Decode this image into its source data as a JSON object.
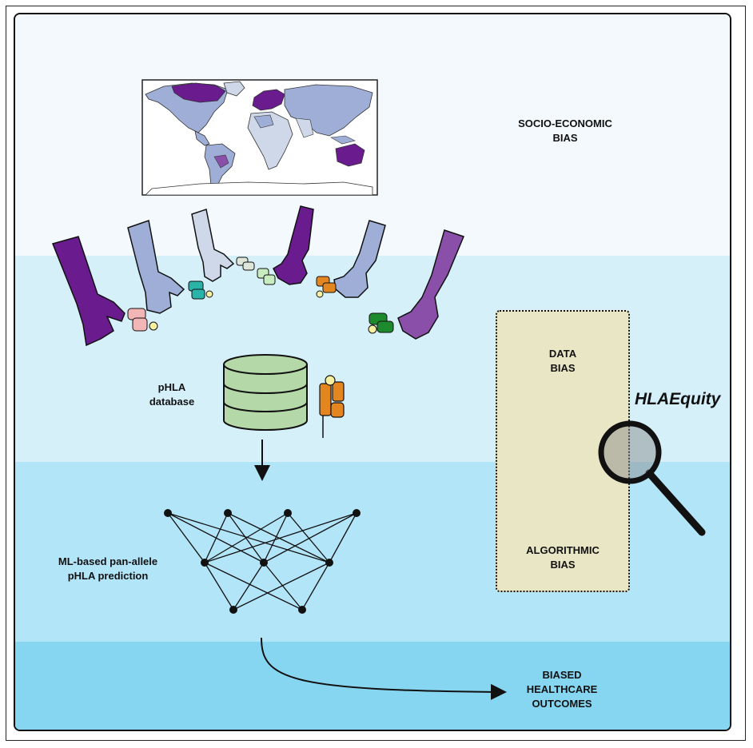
{
  "labels": {
    "socio_economic": "SOCIO-ECONOMIC\nBIAS",
    "phla_database": "pHLA\ndatabase",
    "ml_prediction": "ML-based pan-allele\npHLA prediction",
    "data_bias": "DATA\nBIAS",
    "algorithmic_bias": "ALGORITHMIC\nBIAS",
    "outcomes": "BIASED\nHEALTHCARE\nOUTCOMES",
    "tool": "HLAEquity"
  },
  "colors": {
    "purple_dark": "#6a1b8e",
    "purple_mid": "#8a4fa8",
    "blue_gray": "#9eaed6",
    "light_gray": "#cfd8e8",
    "db_green": "#b5d8a8",
    "orange": "#e3861f",
    "box_fill": "#e9e6c6"
  },
  "icons": [
    "world-map-icon",
    "hand-icon",
    "database-icon",
    "hla-molecule-icon",
    "neural-network-icon",
    "magnifying-glass-icon"
  ]
}
